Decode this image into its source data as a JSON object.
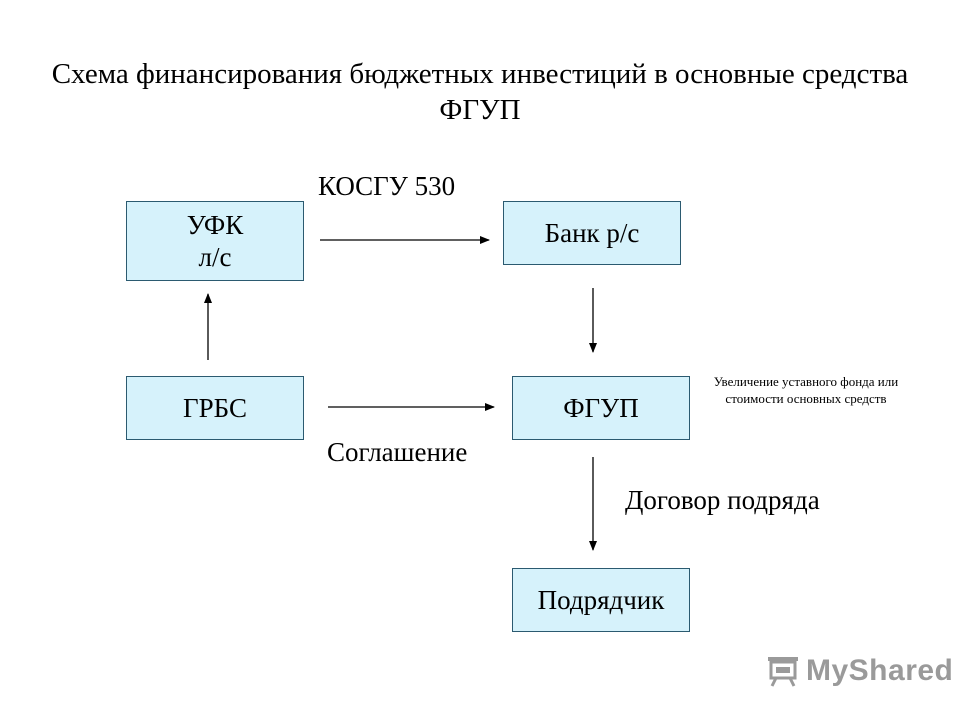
{
  "title": "Схема финансирования бюджетных инвестиций в основные средства ФГУП",
  "nodes": {
    "ufk_line1": "УФК",
    "ufk_line2": "л/с",
    "bank": "Банк р/с",
    "grbs": "ГРБС",
    "fgup": "ФГУП",
    "contractor": "Подрядчик"
  },
  "edge_labels": {
    "kosgu": "КОСГУ 530",
    "agreement": "Соглашение",
    "contract": "Договор подряда",
    "increase_note": "Увеличение уставного фонда или стоимости основных средств"
  },
  "watermark": {
    "text": "MyShared",
    "icon": "presentation-board-icon"
  },
  "colors": {
    "box_fill": "#d6f2fb",
    "box_border": "#2b5a70",
    "watermark": "#9a9a9a"
  }
}
